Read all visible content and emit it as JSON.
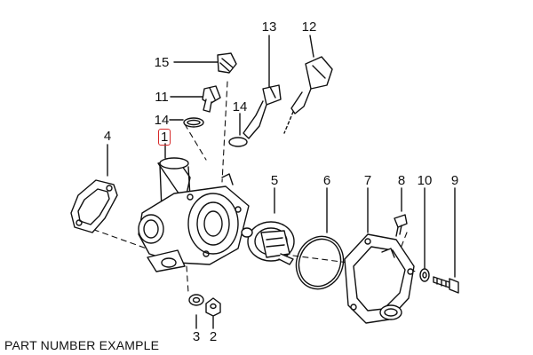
{
  "diagram": {
    "callouts": [
      "15",
      "11",
      "14",
      "1",
      "14",
      "13",
      "12",
      "4",
      "5",
      "6",
      "7",
      "8",
      "10",
      "9",
      "3",
      "2"
    ],
    "highlight_color": "#d62828"
  },
  "caption": "PART NUMBER EXAMPLE"
}
